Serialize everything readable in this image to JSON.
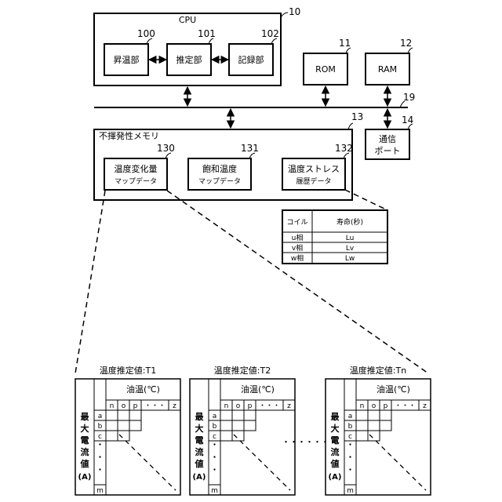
{
  "cpu": {
    "label": "CPU",
    "ref": "10",
    "units": [
      {
        "label": "昇温部",
        "ref": "100"
      },
      {
        "label": "推定部",
        "ref": "101"
      },
      {
        "label": "記録部",
        "ref": "102"
      }
    ]
  },
  "rom": {
    "label": "ROM",
    "ref": "11"
  },
  "ram": {
    "label": "RAM",
    "ref": "12"
  },
  "bus_ref": "19",
  "comm_port": {
    "line1": "通信",
    "line2": "ポート",
    "ref": "14"
  },
  "nvm": {
    "label": "不揮発性メモリ",
    "ref": "13",
    "items": [
      {
        "line1": "温度変化量",
        "line2": "マップデータ",
        "ref": "130"
      },
      {
        "line1": "飽和温度",
        "line2": "マップデータ",
        "ref": "131"
      },
      {
        "line1": "温度ストレス",
        "line2": "履歴データ",
        "ref": "132"
      }
    ]
  },
  "history_table": {
    "headers": [
      "コイル",
      "寿命(秒)"
    ],
    "rows": [
      [
        "u相",
        "Lu"
      ],
      [
        "v相",
        "Lv"
      ],
      [
        "w相",
        "Lw"
      ]
    ]
  },
  "maps": [
    {
      "title": "温度推定値:T1"
    },
    {
      "title": "温度推定値:T2"
    },
    {
      "title": "温度推定値:Tn"
    }
  ],
  "map_axes": {
    "col_header": "油温(℃)",
    "col_labels": [
      "n",
      "o",
      "p",
      "・・・",
      "z"
    ],
    "row_header_chars": [
      "最",
      "大",
      "電",
      "流",
      "値",
      "(A)"
    ],
    "row_labels": [
      "a",
      "b",
      "c",
      "・",
      "・",
      "・",
      "m"
    ]
  },
  "ellipsis": "・・・・・・・"
}
